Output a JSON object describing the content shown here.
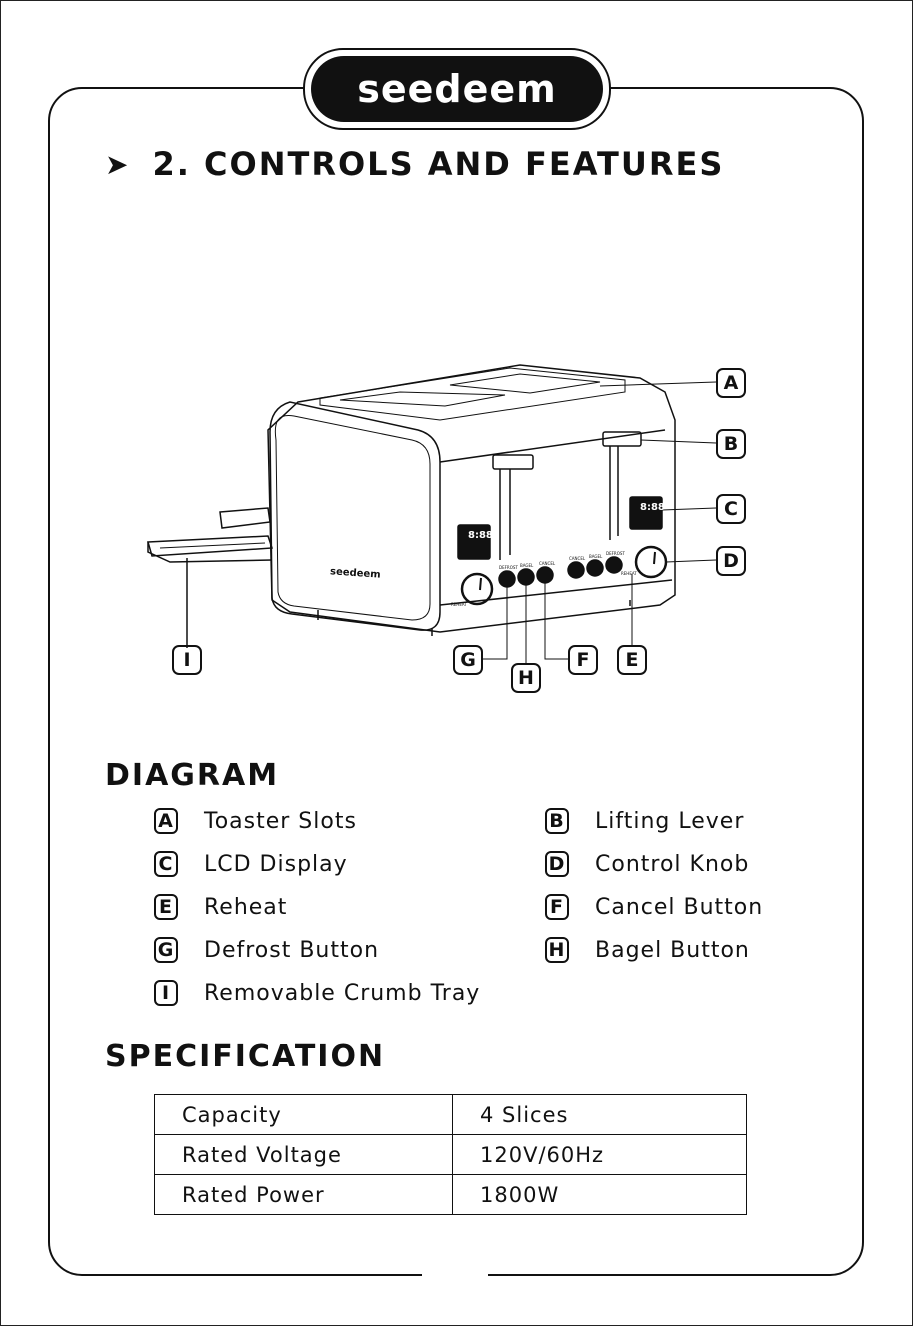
{
  "brand": {
    "logo_text": "seedeem"
  },
  "heading": {
    "marker": "➤",
    "text": "2. CONTROLS AND FEATURES"
  },
  "diagram": {
    "callouts": [
      "A",
      "B",
      "C",
      "D",
      "E",
      "F",
      "G",
      "H",
      "I"
    ],
    "toaster_brand": "seedeem",
    "lcd_text": "8:88",
    "panel_labels": [
      "DEFROST",
      "BAGEL",
      "CANCEL",
      "CANCEL",
      "BAGEL",
      "DEFROST",
      "REHEAT",
      "REHEAT"
    ]
  },
  "diagram_section": {
    "title": "DIAGRAM",
    "items": [
      {
        "letter": "A",
        "label": "Toaster Slots"
      },
      {
        "letter": "B",
        "label": "Lifting Lever"
      },
      {
        "letter": "C",
        "label": "LCD Display"
      },
      {
        "letter": "D",
        "label": "Control Knob"
      },
      {
        "letter": "E",
        "label": "Reheat"
      },
      {
        "letter": "F",
        "label": "Cancel Button"
      },
      {
        "letter": "G",
        "label": "Defrost Button"
      },
      {
        "letter": "H",
        "label": "Bagel Button"
      },
      {
        "letter": "I",
        "label": "Removable Crumb Tray"
      }
    ]
  },
  "specification": {
    "title": "SPECIFICATION",
    "rows": [
      {
        "name": "Capacity",
        "value": "4 Slices"
      },
      {
        "name": "Rated Voltage",
        "value": "120V/60Hz"
      },
      {
        "name": "Rated Power",
        "value": "1800W"
      }
    ]
  }
}
